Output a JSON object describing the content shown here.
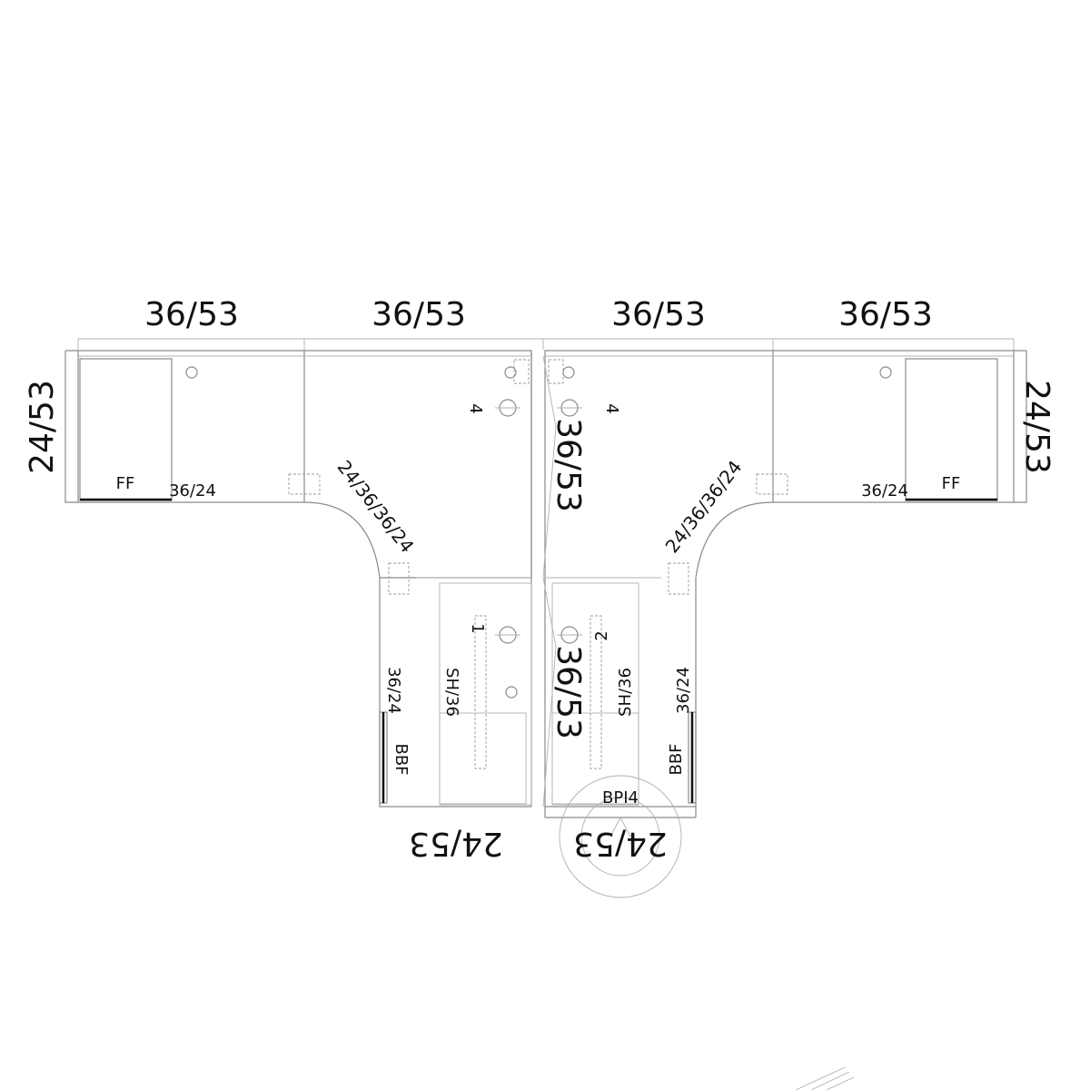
{
  "dimensions": {
    "top": [
      "36/53",
      "36/53",
      "36/53",
      "36/53"
    ],
    "side_left": "24/53",
    "side_right": "24/53",
    "center_upper": "36/53",
    "center_lower": "36/53",
    "bottom_left": "24/53",
    "bottom_right": "24/53"
  },
  "panels": {
    "left_corner": "24/36/36/24",
    "right_corner": "24/36/36/24",
    "left_end": "36/24",
    "right_end": "36/24",
    "bottom_left_end": "36/24",
    "bottom_right_end": "36/24"
  },
  "equipment": {
    "file_left": "FF",
    "file_right": "FF",
    "pedestal_left": "BBF",
    "pedestal_right": "BBF",
    "shelf_left": "SH/36",
    "shelf_right": "SH/36",
    "power_infeed": "BPI4"
  },
  "outlets": {
    "upper_left": "4",
    "upper_right": "4",
    "lower_left": "1",
    "lower_right": "2"
  }
}
